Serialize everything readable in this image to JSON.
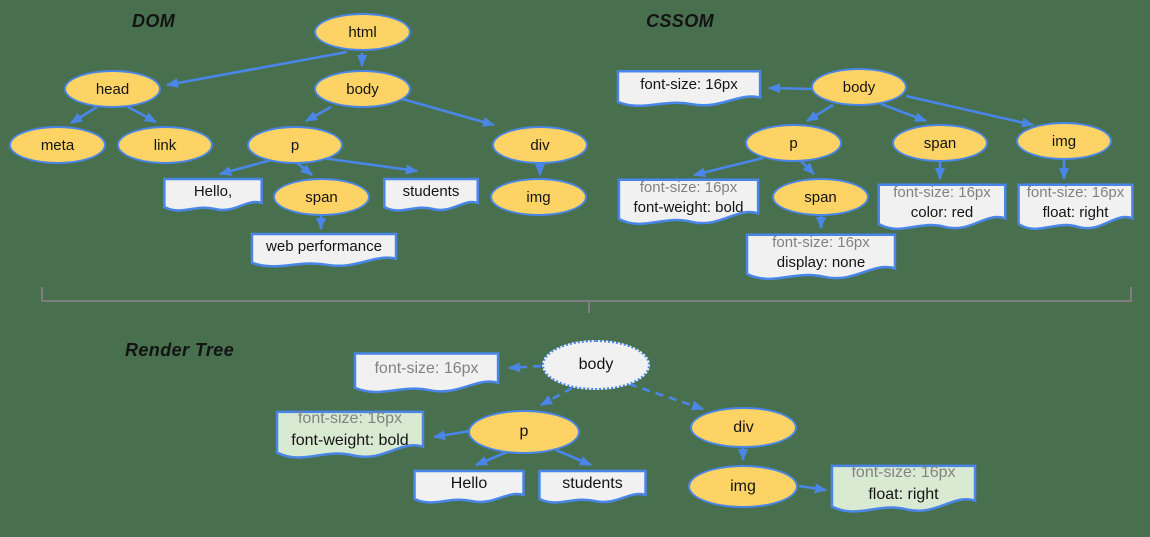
{
  "colors": {
    "background": "#48704F",
    "node_fill": "#FCD364",
    "stroke_blue": "#4A86E8",
    "box_fill": "#F1F1F1",
    "green_box_fill": "#D9EAD3",
    "muted_text": "#828282",
    "divider_gray": "#7E7E7E"
  },
  "dom": {
    "title": "DOM",
    "nodes": {
      "html": "html",
      "head": "head",
      "body": "body",
      "meta": "meta",
      "link": "link",
      "p": "p",
      "div": "div",
      "span": "span",
      "img": "img"
    },
    "texts": {
      "hello": "Hello,",
      "students": "students",
      "web_performance": "web performance"
    }
  },
  "cssom": {
    "title": "CSSOM",
    "nodes": {
      "body": "body",
      "p": "p",
      "span": "span",
      "img": "img",
      "span_child": "span"
    },
    "rules": {
      "body_l1": "font-size: 16px",
      "p_l1": "font-size: 16px",
      "p_l2": "font-weight: bold",
      "span_child_l1": "font-size: 16px",
      "span_child_l2": "display: none",
      "span_l1": "font-size: 16px",
      "span_l2": "color: red",
      "img_l1": "font-size: 16px",
      "img_l2": "float: right"
    }
  },
  "render_tree": {
    "title": "Render Tree",
    "nodes": {
      "body": "body",
      "p": "p",
      "div": "div",
      "img": "img"
    },
    "texts": {
      "hello": "Hello",
      "students": "students"
    },
    "rules": {
      "body_l1": "font-size: 16px",
      "p_l1": "font-size: 16px",
      "p_l2": "font-weight: bold",
      "img_l1": "font-size: 16px",
      "img_l2": "float: right"
    }
  }
}
